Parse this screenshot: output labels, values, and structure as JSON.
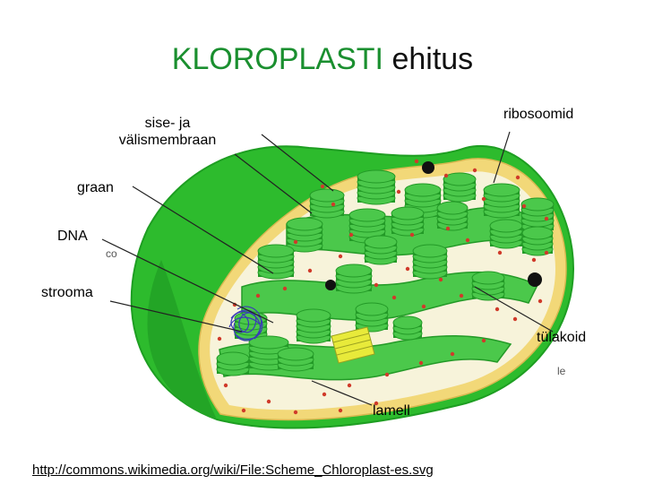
{
  "title": {
    "part1": "KLOROPLASTI",
    "part2": "ehitus"
  },
  "labels": {
    "membrane": "sise- ja\nvälismembraan",
    "ribosomes": "ribosoomid",
    "granum": "graan",
    "dna": "DNA",
    "stroma": "strooma",
    "thylakoid": "tülakoid",
    "lamella": "lamell",
    "cut_co": "co",
    "cut_le": "le"
  },
  "source_link": "http://commons.wikimedia.org/wiki/File:Scheme_Chloroplast-es.svg",
  "colors": {
    "outer_membrane": "#2dbb2d",
    "outer_dark": "#1e9e22",
    "membrane_band": "#f2d878",
    "stroma": "#f7f3da",
    "thylakoid": "#4bc84b",
    "thylakoid_dark": "#239a27",
    "lamella_yellow": "#e8ea3a",
    "dots": "#d03a2a",
    "dna": "#3a3ab8"
  }
}
